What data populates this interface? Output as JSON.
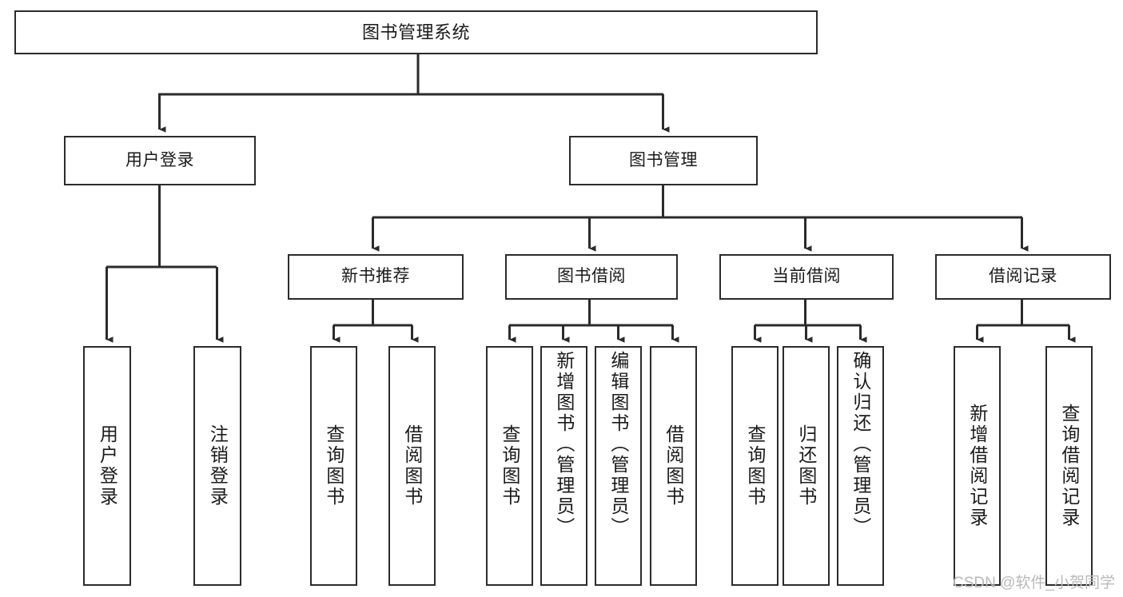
{
  "diagram": {
    "title": "图书管理系统",
    "type": "tree-hierarchy-diagram",
    "colors": {
      "stroke": "#2b2b2b",
      "fill": "#ffffff",
      "text": "#1a1a1a",
      "watermark": "#b9b9b9"
    },
    "nodes": {
      "root": {
        "label": "图书管理系统"
      },
      "level2": [
        {
          "id": "user-login",
          "label": "用户登录"
        },
        {
          "id": "book-management",
          "label": "图书管理"
        }
      ],
      "level3": [
        {
          "id": "new-book-recommend",
          "label": "新书推荐"
        },
        {
          "id": "book-borrow",
          "label": "图书借阅"
        },
        {
          "id": "current-borrow",
          "label": "当前借阅"
        },
        {
          "id": "borrow-record",
          "label": "借阅记录"
        }
      ],
      "leaves": {
        "user-login": [
          {
            "id": "leaf-user-login",
            "label": "用户登录"
          },
          {
            "id": "leaf-user-logout",
            "label": "注销登录"
          }
        ],
        "new-book-recommend": [
          {
            "id": "leaf-query-book-1",
            "label": "查询图书"
          },
          {
            "id": "leaf-borrow-book-1",
            "label": "借阅图书"
          }
        ],
        "book-borrow": [
          {
            "id": "leaf-query-book-2",
            "label": "查询图书"
          },
          {
            "id": "leaf-add-book-admin",
            "label": "新增图书（管理员）"
          },
          {
            "id": "leaf-edit-book-admin",
            "label": "编辑图书（管理员）"
          },
          {
            "id": "leaf-borrow-book-2",
            "label": "借阅图书"
          }
        ],
        "current-borrow": [
          {
            "id": "leaf-query-book-3",
            "label": "查询图书"
          },
          {
            "id": "leaf-return-book",
            "label": "归还图书"
          },
          {
            "id": "leaf-confirm-return-admin",
            "label": "确认归还（管理员）"
          }
        ],
        "borrow-record": [
          {
            "id": "leaf-add-borrow-record",
            "label": "新增借阅记录"
          },
          {
            "id": "leaf-query-borrow-record",
            "label": "查询借阅记录"
          }
        ]
      }
    }
  },
  "watermark": {
    "text": "CSDN @软件_小贺同学"
  }
}
